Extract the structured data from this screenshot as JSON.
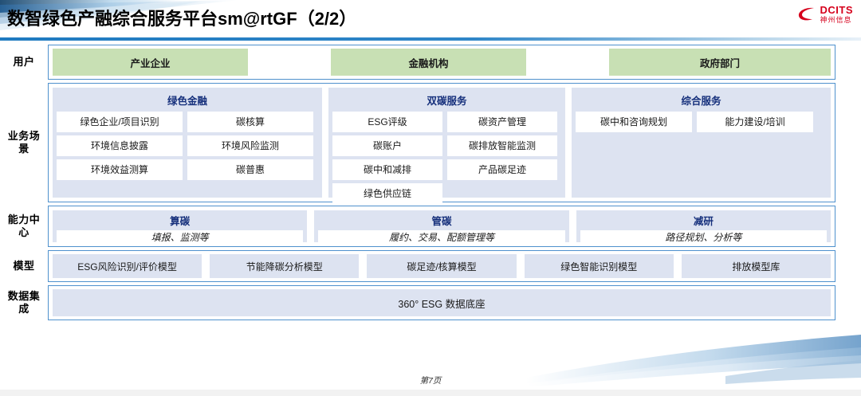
{
  "header": {
    "title": "数智绿色产融综合服务平台sm@rtGF（2/2）",
    "logo": {
      "mark": "swoosh-logo-icon",
      "en": "DCITS",
      "cn": "神州信息",
      "color": "#d6001c"
    }
  },
  "colors": {
    "frame_border": "#4f91cd",
    "panel_bg": "#dde3f1",
    "user_green": "#c8e0b4",
    "panel_title": "#16307c",
    "rule": "#2f86c8"
  },
  "rows": {
    "users": {
      "label": "用户",
      "items": [
        {
          "label": "产业企业"
        },
        {
          "label": "金融机构"
        },
        {
          "label": "政府部门"
        }
      ]
    },
    "scenario": {
      "label": "业务场景",
      "panels": [
        {
          "title": "绿色金融",
          "items": [
            "绿色企业/项目识别",
            "碳核算",
            "环境信息披露",
            "环境风险监测",
            "环境效益测算",
            "碳普惠"
          ]
        },
        {
          "title": "双碳服务",
          "items": [
            "ESG评级",
            "碳资产管理",
            "碳账户",
            "碳排放智能监测",
            "碳中和减排",
            "产品碳足迹",
            "绿色供应链"
          ]
        },
        {
          "title": "综合服务",
          "items": [
            "碳中和咨询规划",
            "能力建设/培训"
          ]
        }
      ]
    },
    "capability": {
      "label": "能力中心",
      "panels": [
        {
          "title": "算碳",
          "subtitle": "填报、监测等"
        },
        {
          "title": "管碳",
          "subtitle": "履约、交易、配额管理等"
        },
        {
          "title": "减研",
          "subtitle": "路径规划、分析等"
        }
      ]
    },
    "model": {
      "label": "模型",
      "items": [
        "ESG风险识别/评价模型",
        "节能降碳分析模型",
        "碳足迹/核算模型",
        "绿色智能识别模型",
        "排放模型库"
      ]
    },
    "data": {
      "label": "数据集成",
      "items": [
        "360° ESG 数据底座"
      ]
    }
  },
  "footer": {
    "page_label": "第7页"
  }
}
